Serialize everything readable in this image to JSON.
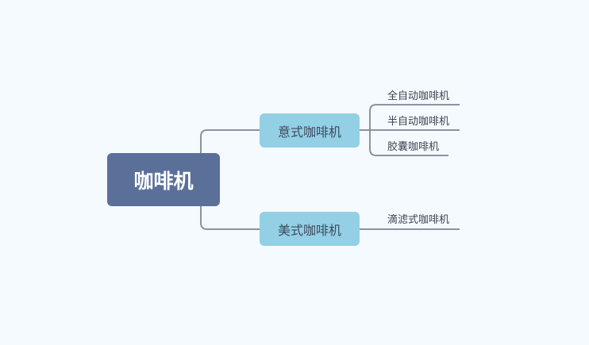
{
  "colors": {
    "background": "#f5faff",
    "root": "#5a7099",
    "branch": "#93d0e6",
    "line": "#8a93a6"
  },
  "root": {
    "label": "咖啡机"
  },
  "branches": [
    {
      "label": "意式咖啡机",
      "children": [
        {
          "label": "全自动咖啡机"
        },
        {
          "label": "半自动咖啡机"
        },
        {
          "label": "胶囊咖啡机"
        }
      ]
    },
    {
      "label": "美式咖啡机",
      "children": [
        {
          "label": "滴滤式咖啡机"
        }
      ]
    }
  ]
}
